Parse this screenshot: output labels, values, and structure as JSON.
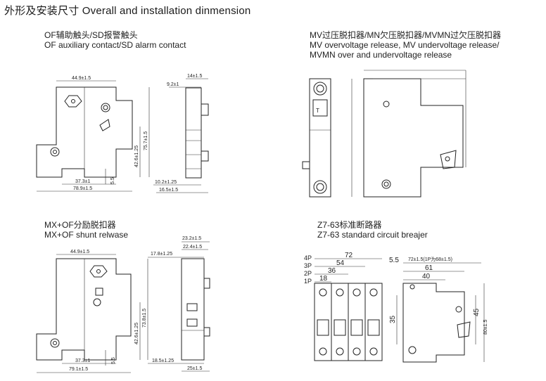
{
  "title": "外形及安装尺寸  Overall and installation dinmension",
  "sections": {
    "of_sd": {
      "caption_cn": "OF辅助触头/SD报警触头",
      "caption_en": "OF auxiliary contact/SD alarm contact",
      "dims": {
        "w_top": "44.9±1.5",
        "h1": "75.7±1.5",
        "h2": "42.6±1.25",
        "w_base": "37.3±1",
        "v_small": "5.5",
        "w_total": "78.9±1.5",
        "side_top": "14±1.5",
        "side_a": "9.2±1",
        "side_b": "10.2±1.25",
        "side_c": "16.5±1.5"
      }
    },
    "mv_mn": {
      "caption_l1": "MV过压脱扣器/MN欠压脱扣器/MVMN过欠压脱扣器",
      "caption_l2": "MV overvoltage release, MV undervoltage release/",
      "caption_l3": "MVMN over and undervoltage release"
    },
    "mx_of": {
      "caption_cn": "MX+OF分励脱扣器",
      "caption_en": "MX+OF shunt relwase",
      "dims": {
        "w_top": "44.9±1.5",
        "h1": "73.8±1.5",
        "h2": "42.6±1.25",
        "w_base": "37.3±1",
        "v_small": "5.5",
        "w_total": "79.1±1.5",
        "side_top1": "23.2±1.5",
        "side_top2": "22.4±1.5",
        "side_a": "17.8±1.25",
        "side_b": "18.5±1.25",
        "side_c": "25±1.5"
      }
    },
    "z7_63": {
      "caption_cn": "Z7-63标准断路器",
      "caption_en": "Z7-63 standard circuit breajer",
      "poles": [
        "4P",
        "3P",
        "2P",
        "1P"
      ],
      "widths": [
        "72",
        "54",
        "36",
        "18"
      ],
      "dims": {
        "side_left": "5.5",
        "side_top": "72±1.5(1P为68±1.5)",
        "side_61": "61",
        "side_40": "40",
        "h_35": "35",
        "h_45": "45",
        "h_80": "80±1.5"
      }
    }
  }
}
